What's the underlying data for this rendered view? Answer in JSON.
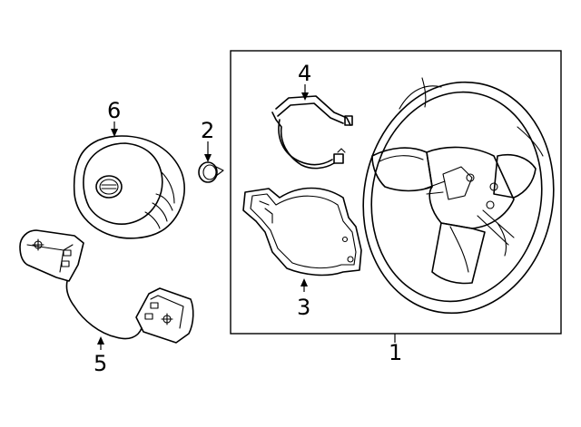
{
  "callouts": {
    "c1": "1",
    "c2": "2",
    "c3": "3",
    "c4": "4",
    "c5": "5",
    "c6": "6"
  },
  "parts_icons": {
    "steering_wheel": "steering-wheel-icon",
    "emblem_clip": "clip-icon",
    "bezel": "bezel-icon",
    "wire_harness": "wire-harness-icon",
    "switch_assembly": "switch-assembly-icon",
    "airbag_module": "airbag-module-icon"
  }
}
